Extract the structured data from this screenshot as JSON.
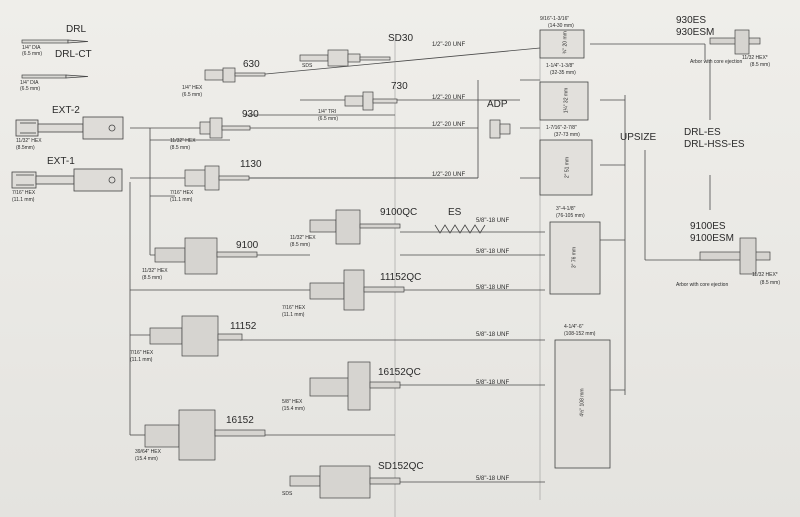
{
  "tools": {
    "drl": "DRL",
    "drl_dia": "1/4\" DIA",
    "drl_mm": "(6.5 mm)",
    "drlct": "DRL-CT",
    "drlct_dia": "1/4\" DIA",
    "drlct_mm": "(6.5 mm)",
    "ext2": "EXT-2",
    "ext2_hex": "11/32\" HEX",
    "ext2_mm": "(8.5mm)",
    "ext1": "EXT-1",
    "ext1_hex": "7/16\" HEX",
    "ext1_mm": "(11.1 mm)",
    "a630": "630",
    "a630_hex": "1/4\" HEX",
    "a630_mm": "(6.5 mm)",
    "sd30": "SD30",
    "sds_top": "SDS",
    "a730": "730",
    "a730_tri": "1/4\" TRI",
    "a730_mm": "(6.5 mm)",
    "a930": "930",
    "a930_hex": "11/32\" HEX",
    "a930_mm": "(8.5 mm)",
    "a1130": "1130",
    "a1130_hex": "7/16\" HEX",
    "a1130_mm": "(11.1 mm)",
    "qc9100": "9100QC",
    "es": "ES",
    "qc9100_hex": "11/32\" HEX",
    "qc9100_mm": "(8.5 mm)",
    "a9100": "9100",
    "a9100_hex": "11/32\" HEX",
    "a9100_mm": "(8.5 mm)",
    "qc11152": "11152QC",
    "qc11152_hex": "7/16\" HEX",
    "qc11152_mm": "(11.1 mm)",
    "a11152": "11152",
    "a11152_hex": "7/16\" HEX",
    "a11152_mm": "(11.1 mm)",
    "qc16152": "16152QC",
    "qc16152_hex": "5/8\" HEX",
    "qc16152_mm": "(15.4 mm)",
    "a16152": "16152",
    "a16152_hex": "39/64\" HEX",
    "a16152_mm": "(15.4 mm)",
    "sd152qc": "SD152QC",
    "sds_bottom": "SDS",
    "adp": "ADP",
    "upsize": "UPSIZE",
    "drl_es": "DRL-ES",
    "drl_hss_es": "DRL-HSS-ES",
    "es930": "930ES",
    "esm930": "930ESM",
    "arbor_top": "Arbor with core ejection",
    "hex_top": "11/32 HEX*",
    "hex_top_mm": "(8.5 mm)",
    "es9100": "9100ES",
    "esm9100": "9100ESM",
    "arbor_bottom": "Arbor with core ejection",
    "hex_bottom": "11/32 HEX*",
    "hex_bottom_mm": "(8.5 mm)"
  },
  "threads": {
    "t1": "1/2\"-20 UNF",
    "t2": "1/2\"-20 UNF",
    "t3": "1/2\"-20 UNF",
    "t4": "1/2\"-20 UNF",
    "t5": "5/8\"-18 UNF",
    "t6": "5/8\"-18 UNF",
    "t7": "5/8\"-18 UNF",
    "t8": "5/8\"-18 UNF",
    "t9": "5/8\"-18 UNF",
    "t10": "5/8\"-18 UNF"
  },
  "saws": {
    "s1_range": "9/16\"-1-3/16\"",
    "s1_mm": "(14-30 mm)",
    "s2_range": "1-1/4\"-1-3/8\"",
    "s2_mm": "(32-35 mm)",
    "s3_range": "1-7/16\"-2-7/8\"",
    "s3_mm": "(37-73 mm)",
    "s4_range": "3\"-4-1/8\"",
    "s4_mm": "(76-105 mm)",
    "s5_range": "4-1/4\"-6\"",
    "s5_mm": "(108-152 mm)",
    "v1": "¾\" 20 mm",
    "v2": "1¼\" 32 mm",
    "v3": "2\" 51 mm",
    "v4": "3\" 76 mm",
    "v5": "4½\" 108 mm"
  }
}
